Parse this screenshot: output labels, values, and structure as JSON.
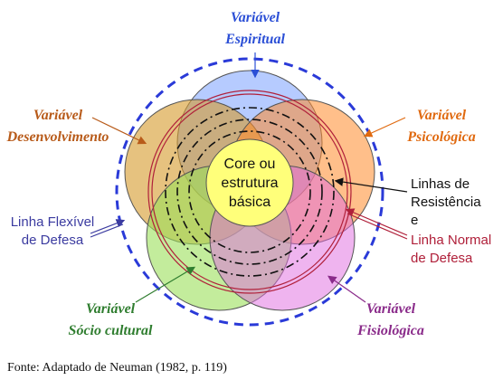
{
  "colors": {
    "espiritual": "#2b4fd6",
    "desenvolvimento": "#b85b1a",
    "psicologica": "#e06a10",
    "sociocultural": "#2f7d2f",
    "fisiologica": "#8a2b8a",
    "flexivel": "#3b3ba0",
    "normal": "#b0203a",
    "black": "#111111"
  },
  "labels": {
    "espiritual": [
      "Variável",
      "Espiritual"
    ],
    "desenvolvimento": [
      "Variável",
      "Desenvolvimento"
    ],
    "psicologica": [
      "Variável",
      "Psicológica"
    ],
    "sociocultural": [
      "Variável",
      "Sócio cultural"
    ],
    "fisiologica": [
      "Variável",
      "Fisiológica"
    ],
    "flexivel": [
      "Linha Flexível",
      "de Defesa"
    ],
    "resistencia": [
      "Linhas de",
      "Resistência",
      "e"
    ],
    "normal": [
      "Linha Normal",
      "de Defesa"
    ],
    "core": [
      "Core ou",
      "estrutura",
      "básica"
    ]
  },
  "caption": "Fonte: Adaptado de Neuman (1982, p. 119)"
}
